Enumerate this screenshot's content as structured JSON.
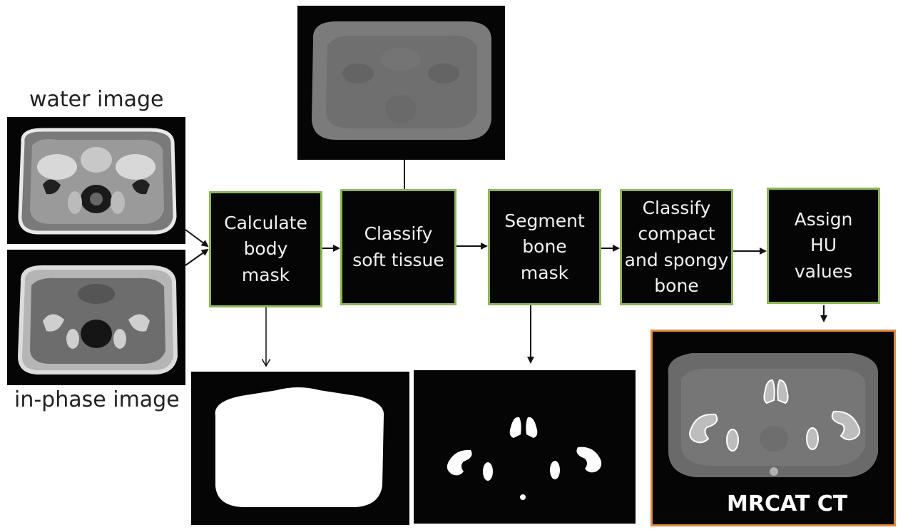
{
  "inputs": {
    "water_label": "water image",
    "inphase_label": "in-phase image"
  },
  "steps": [
    "Calculate\nbody\nmask",
    "Classify\nsoft tissue",
    "Segment\nbone\nmask",
    "Classify\ncompact\nand spongy\nbone",
    "Assign\nHU\nvalues"
  ],
  "output": {
    "title": "MRCAT CT"
  },
  "colors": {
    "step_border": "#8db654",
    "output_border": "#e08a3c",
    "background": "#050505"
  }
}
